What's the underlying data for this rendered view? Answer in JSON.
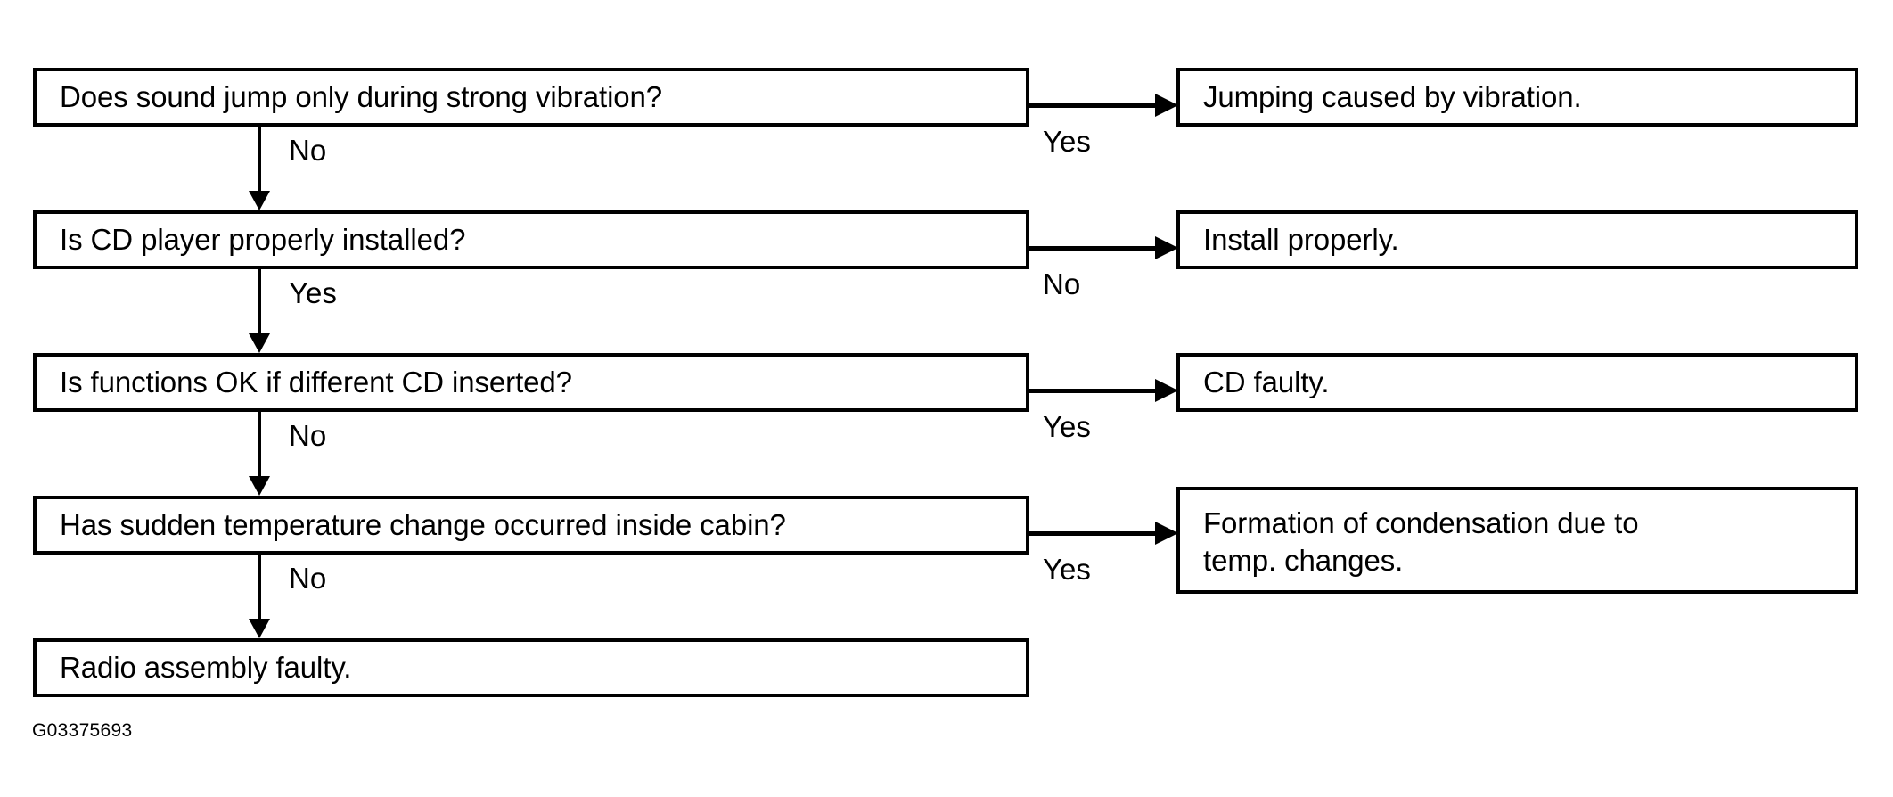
{
  "figure": {
    "code": "G03375693",
    "title": "CD player sound jump troubleshooting flowchart",
    "ink_color": "#000000",
    "background_color": "#ffffff"
  },
  "questions": [
    {
      "id": "q1",
      "text": "Does sound jump only during strong vibration?"
    },
    {
      "id": "q2",
      "text": "Is CD player properly installed?"
    },
    {
      "id": "q3",
      "text": "Is functions OK if different CD inserted?"
    },
    {
      "id": "q4",
      "text": "Has sudden temperature change occurred inside cabin?"
    }
  ],
  "terminal": {
    "id": "q5",
    "text": "Radio assembly faulty."
  },
  "results": [
    {
      "id": "r1",
      "text": "Jumping caused by vibration."
    },
    {
      "id": "r2",
      "text": "Install properly."
    },
    {
      "id": "r3",
      "text": "CD faulty."
    },
    {
      "id": "r4",
      "text": "Formation of condensation due to\ntemp. changes."
    }
  ],
  "branches": {
    "down": [
      {
        "from": "q1",
        "to": "q2",
        "label": "No"
      },
      {
        "from": "q2",
        "to": "q3",
        "label": "Yes"
      },
      {
        "from": "q3",
        "to": "q4",
        "label": "No"
      },
      {
        "from": "q4",
        "to": "q5",
        "label": "No"
      }
    ],
    "right": [
      {
        "from": "q1",
        "to": "r1",
        "label": "Yes"
      },
      {
        "from": "q2",
        "to": "r2",
        "label": "No"
      },
      {
        "from": "q3",
        "to": "r3",
        "label": "Yes"
      },
      {
        "from": "q4",
        "to": "r4",
        "label": "Yes"
      }
    ]
  }
}
